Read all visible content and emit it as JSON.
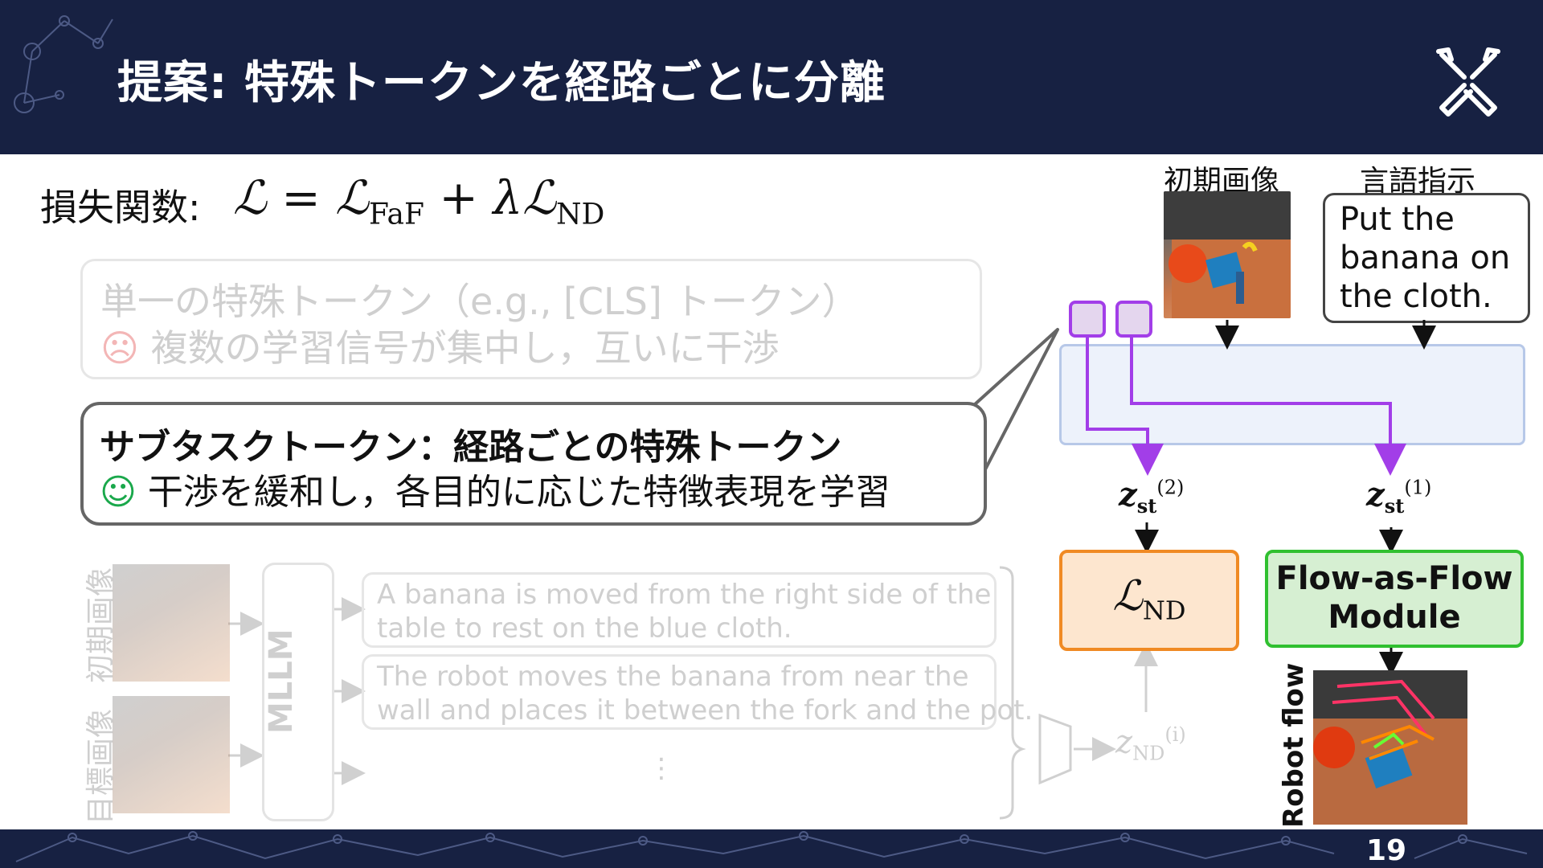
{
  "header": {
    "title": "提案: 特殊トークンを経路ごとに分離",
    "logo_icon": "crossed-tools-icon"
  },
  "loss": {
    "label": "損失関数:",
    "formula_main": "ℒ = ℒ",
    "formula_sub1": "FaF",
    "formula_mid": " + λℒ",
    "formula_sub2": "ND"
  },
  "box_single_token": {
    "line1": "単一の特殊トークン（e.g., [CLS] トークン）",
    "frown": "☹",
    "line2": " 複数の学習信号が集中し，互いに干渉"
  },
  "box_subtask_token": {
    "line1": "サブタスクトークン：経路ごとの特殊トークン",
    "smile": "☺",
    "line2": " 干渉を緩和し，各目的に応じた特徴表現を学習"
  },
  "diagram": {
    "init_image_label": "初期画像",
    "lang_label": "言語指示",
    "lang_text": "Put the banana on the cloth.",
    "z2": {
      "base": "z",
      "sub": "st",
      "sup": "(2)"
    },
    "z1": {
      "base": "z",
      "sub": "st",
      "sup": "(1)"
    },
    "zi": {
      "base": "z",
      "sub": "ND",
      "sup": "(i)"
    },
    "lnd_main": "ℒ",
    "lnd_sub": "ND",
    "faf_line1": "Flow-as-Flow",
    "faf_line2": "Module",
    "robot_flow_label": "Robot flow"
  },
  "faded_pipeline": {
    "init_label": "初期画像",
    "goal_label": "目標画像",
    "mllm_label": "MLLM",
    "caption1": "A banana is moved from the right side of the\ntable to rest on the blue cloth.",
    "caption2": "The robot moves the banana from near the\nwall and places it between the fork and the pot.",
    "ellipsis": "⋮"
  },
  "footer": {
    "page_number": "19"
  },
  "colors": {
    "navy": "#172142",
    "purple": "#a23ee8",
    "orange": "#f08a24",
    "green": "#30c030",
    "smile_green": "#1aa84b"
  }
}
